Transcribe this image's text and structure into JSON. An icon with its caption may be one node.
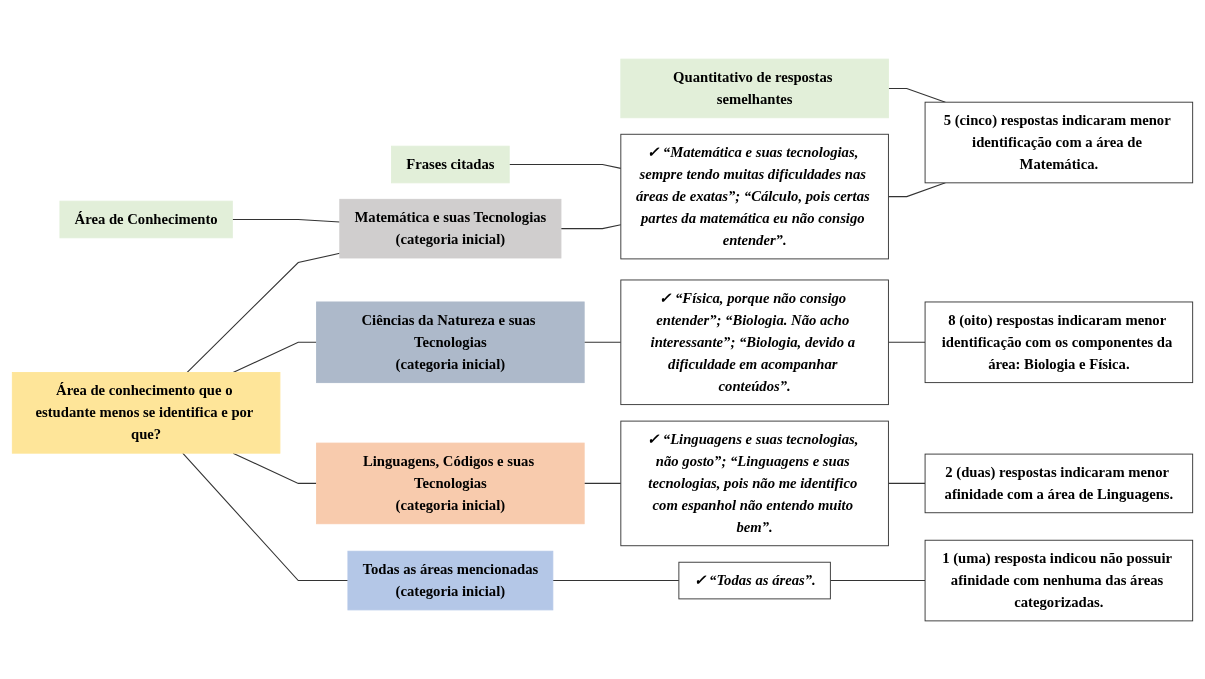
{
  "diagram": {
    "nodes": [
      {
        "text": [
          "Área de Conhecimento"
        ]
      },
      {
        "text": [
          "Frases citadas"
        ]
      },
      {
        "text": [
          "Quantitativo de respostas semelhantes"
        ]
      },
      {
        "text": [
          "Área de conhecimento que o estudante menos se identifica e por que?"
        ]
      },
      {
        "text": [
          "Matemática e suas Tecnologias",
          "(categoria inicial)"
        ]
      },
      {
        "text": [
          "✓ “Matemática e suas tecnologias, sempre tendo muitas dificuldades nas áreas de exatas”; “Cálculo, pois certas partes da matemática eu não consigo entender”."
        ]
      },
      {
        "text": [
          "5 (cinco) respostas indicaram menor identificação com a área de Matemática."
        ]
      },
      {
        "text": [
          "Ciências da Natureza e suas Tecnologias",
          "(categoria inicial)"
        ]
      },
      {
        "text": [
          "✓ “Física, porque não consigo entender”; “Biologia. Não acho interessante”; “Biologia, devido a dificuldade em acompanhar conteúdos”."
        ]
      },
      {
        "text": [
          "8 (oito) respostas indicaram menor identificação com os componentes da área: Biologia e Física."
        ]
      },
      {
        "text": [
          "Linguagens, Códigos e suas Tecnologias",
          "(categoria inicial)"
        ]
      },
      {
        "text": [
          "✓ “Linguagens e suas tecnologias, não gosto”; “Linguagens e suas tecnologias, pois não me identifico com espanhol não entendo muito bem”."
        ]
      },
      {
        "text": [
          "2 (duas) respostas indicaram menor afinidade com a área de Linguagens."
        ]
      },
      {
        "text": [
          "Todas as áreas mencionadas",
          "(categoria inicial)"
        ]
      },
      {
        "text": [
          "✓ “Todas as áreas”."
        ]
      },
      {
        "text": [
          "1 (uma) resposta indicou não possuir afinidade com nenhuma das áreas categorizadas."
        ]
      }
    ],
    "edges": [
      {
        "from": 0,
        "to": 4,
        "arrow": "none"
      },
      {
        "from": 1,
        "to": 5,
        "arrow": "none"
      },
      {
        "from": 2,
        "to": 6,
        "arrow": "none"
      },
      {
        "from": 3,
        "to": 4,
        "arrow": "none"
      },
      {
        "from": 3,
        "to": 7,
        "arrow": "none"
      },
      {
        "from": 3,
        "to": 10,
        "arrow": "none"
      },
      {
        "from": 3,
        "to": 13,
        "arrow": "none"
      },
      {
        "from": 4,
        "to": 5,
        "arrow": "none"
      },
      {
        "from": 5,
        "to": 6,
        "arrow": "none"
      },
      {
        "from": 7,
        "to": 8,
        "arrow": "none"
      },
      {
        "from": 8,
        "to": 9,
        "arrow": "none"
      },
      {
        "from": 10,
        "to": 11,
        "arrow": "none"
      },
      {
        "from": 11,
        "to": 12,
        "arrow": "none"
      },
      {
        "from": 13,
        "to": 14,
        "arrow": "none"
      },
      {
        "from": 14,
        "to": 15,
        "arrow": "none"
      }
    ]
  }
}
